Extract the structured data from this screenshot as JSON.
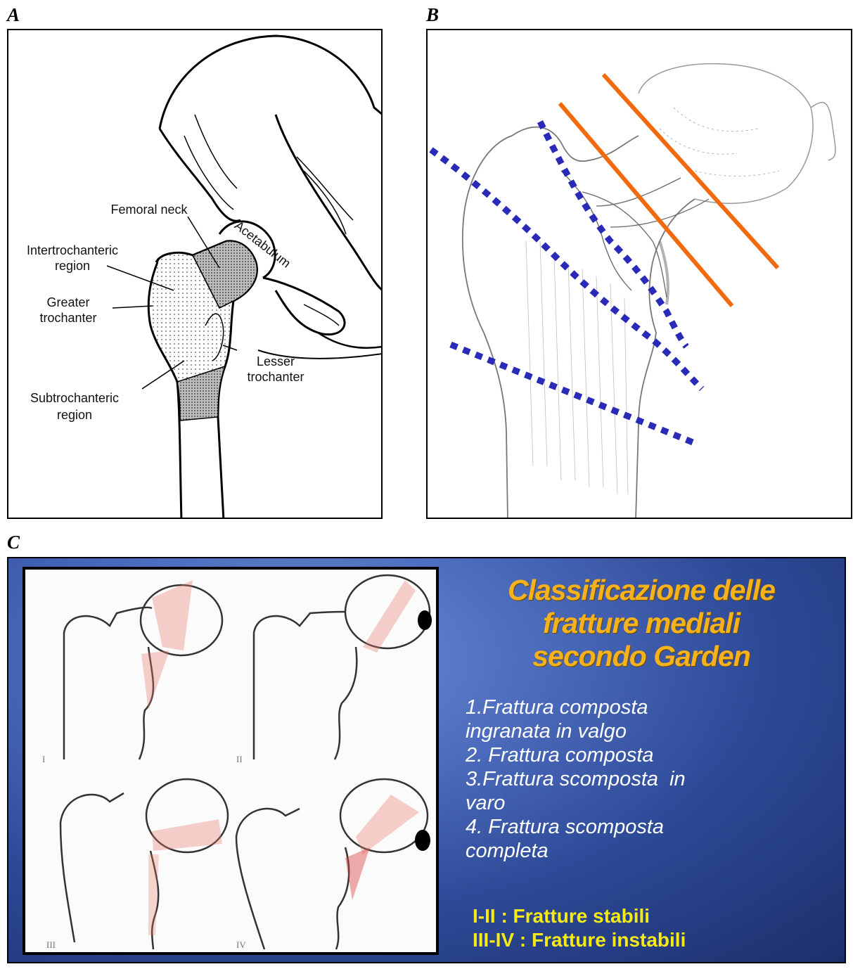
{
  "panels": {
    "a": {
      "letter": "A",
      "labels": {
        "femoral_neck": "Femoral neck",
        "acetabulum": "Acetabulum",
        "intertrochanteric": [
          "Intertrochanteric",
          "region"
        ],
        "greater_trochanter": [
          "Greater",
          "trochanter"
        ],
        "lesser_trochanter": [
          "Lesser",
          "trochanter"
        ],
        "subtrochanteric": [
          "Subtrochanteric",
          "region"
        ]
      }
    },
    "b": {
      "letter": "B",
      "colors": {
        "cervical_lines": "#f26a0f",
        "trochanteric_lines": "#2a2ab8"
      }
    },
    "c": {
      "letter": "C",
      "title": [
        "Classificazione delle",
        "fratture mediali",
        "secondo Garden"
      ],
      "types": [
        "1.Frattura composta",
        "ingranata in valgo",
        "2. Frattura composta",
        "3.Frattura scomposta  in",
        "varo",
        "4. Frattura scomposta",
        "completa"
      ],
      "stability": [
        "I-II : Fratture stabili",
        "III-IV : Fratture instabili"
      ],
      "quadrant_labels": [
        "I",
        "II",
        "III",
        "IV"
      ],
      "colors": {
        "title": "#f5b21c",
        "list": "#ffffff",
        "stability": "#f5ea17",
        "background": "#3a5aa9"
      }
    }
  }
}
